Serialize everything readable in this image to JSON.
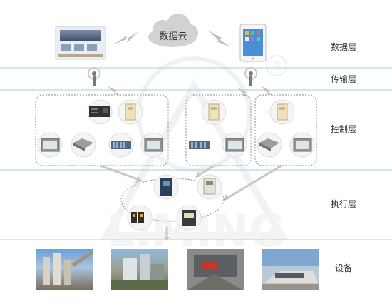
{
  "cloud": {
    "label": "数据云"
  },
  "layers": {
    "data": "数据层",
    "transport": "传输层",
    "control": "控制层",
    "execution": "执行层",
    "equipment": "设备"
  },
  "watermark": {
    "brand": "LIMING",
    "mark": "R"
  },
  "colors": {
    "layer_line": "#9fd0ea",
    "dashed": "#888888",
    "arrow": "#c8c8c8",
    "circle_bg": "#f4f4f4",
    "cloud": "#d2d2d2"
  }
}
